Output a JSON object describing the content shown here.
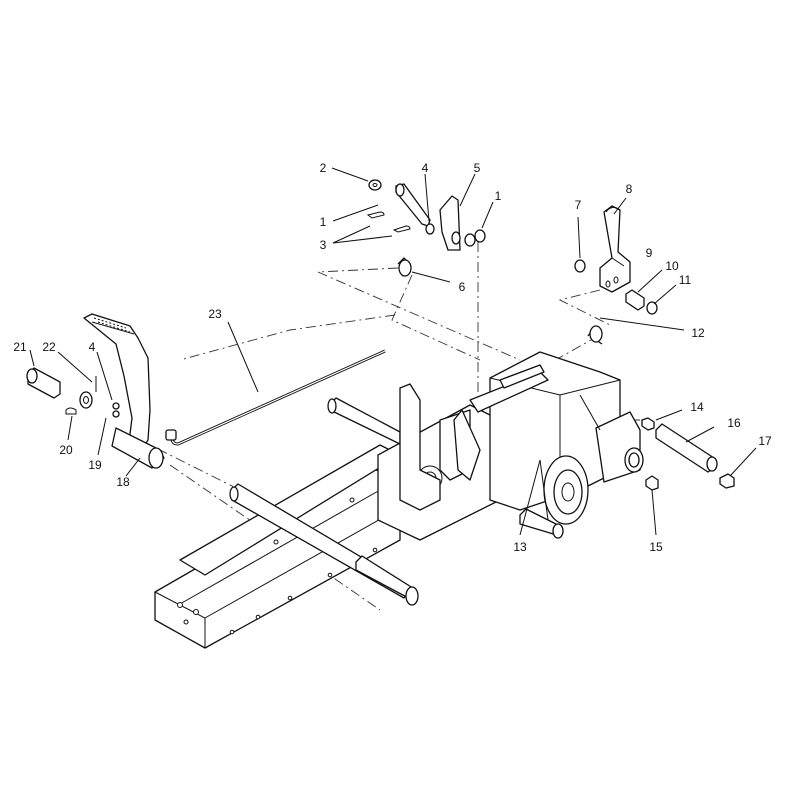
{
  "callouts": [
    {
      "label": "1"
    },
    {
      "label": "1"
    },
    {
      "label": "2"
    },
    {
      "label": "3"
    },
    {
      "label": "4"
    },
    {
      "label": "4"
    },
    {
      "label": "5"
    },
    {
      "label": "6"
    },
    {
      "label": "7"
    },
    {
      "label": "8"
    },
    {
      "label": "9"
    },
    {
      "label": "10"
    },
    {
      "label": "11"
    },
    {
      "label": "12"
    },
    {
      "label": "13"
    },
    {
      "label": "14"
    },
    {
      "label": "15"
    },
    {
      "label": "16"
    },
    {
      "label": "17"
    },
    {
      "label": "18"
    },
    {
      "label": "19"
    },
    {
      "label": "20"
    },
    {
      "label": "21"
    },
    {
      "label": "22"
    },
    {
      "label": "23"
    }
  ]
}
